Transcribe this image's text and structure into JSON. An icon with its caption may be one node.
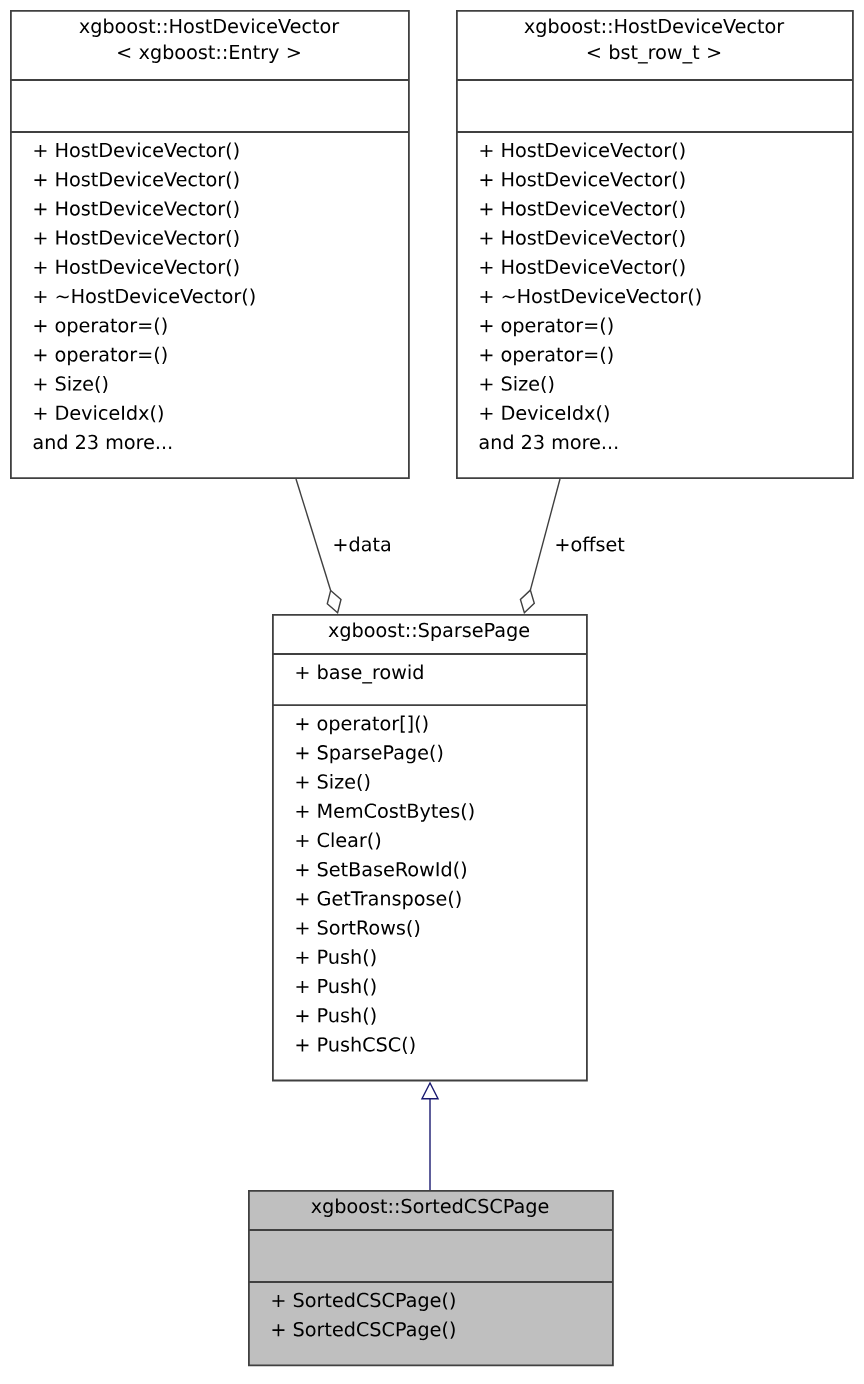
{
  "diagram": {
    "nodes": [
      {
        "text": [
          "xgboost::HostDeviceVector < xgboost::Entry >",
          "+ HostDeviceVector()",
          "+ HostDeviceVector()",
          "+ HostDeviceVector()",
          "+ HostDeviceVector()",
          "+ HostDeviceVector()",
          "+ ~HostDeviceVector()",
          "+ operator=()",
          "+ operator=()",
          "+ Size()",
          "+ DeviceIdx()",
          "and 23 more..."
        ]
      },
      {
        "text": [
          "xgboost::HostDeviceVector < bst_row_t >",
          "+ HostDeviceVector()",
          "+ HostDeviceVector()",
          "+ HostDeviceVector()",
          "+ HostDeviceVector()",
          "+ HostDeviceVector()",
          "+ ~HostDeviceVector()",
          "+ operator=()",
          "+ operator=()",
          "+ Size()",
          "+ DeviceIdx()",
          "and 23 more..."
        ]
      },
      {
        "text": [
          "xgboost::SparsePage",
          "+ base_rowid",
          "+ operator[]()",
          "+ SparsePage()",
          "+ Size()",
          "+ MemCostBytes()",
          "+ Clear()",
          "+ SetBaseRowId()",
          "+ GetTranspose()",
          "+ SortRows()",
          "+ Push()",
          "+ Push()",
          "+ Push()",
          "+ PushCSC()"
        ]
      },
      {
        "text": [
          "xgboost::SortedCSCPage",
          "+ SortedCSCPage()",
          "+ SortedCSCPage()"
        ]
      }
    ],
    "edges": [
      {
        "from": 0,
        "to": 2,
        "arrow": "other",
        "label": "+data"
      },
      {
        "from": 1,
        "to": 2,
        "arrow": "other",
        "label": "+offset"
      },
      {
        "from": 3,
        "to": 2,
        "arrow": "to",
        "color": "#191970"
      }
    ]
  }
}
